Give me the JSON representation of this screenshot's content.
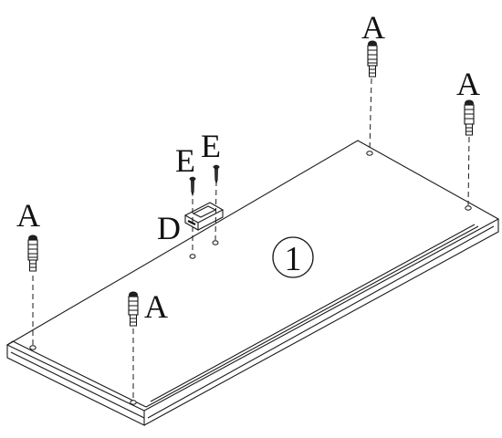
{
  "diagram": {
    "panel_callout": "1",
    "labels": {
      "cam_dowel": "A",
      "catch": "D",
      "screw": "E"
    }
  }
}
